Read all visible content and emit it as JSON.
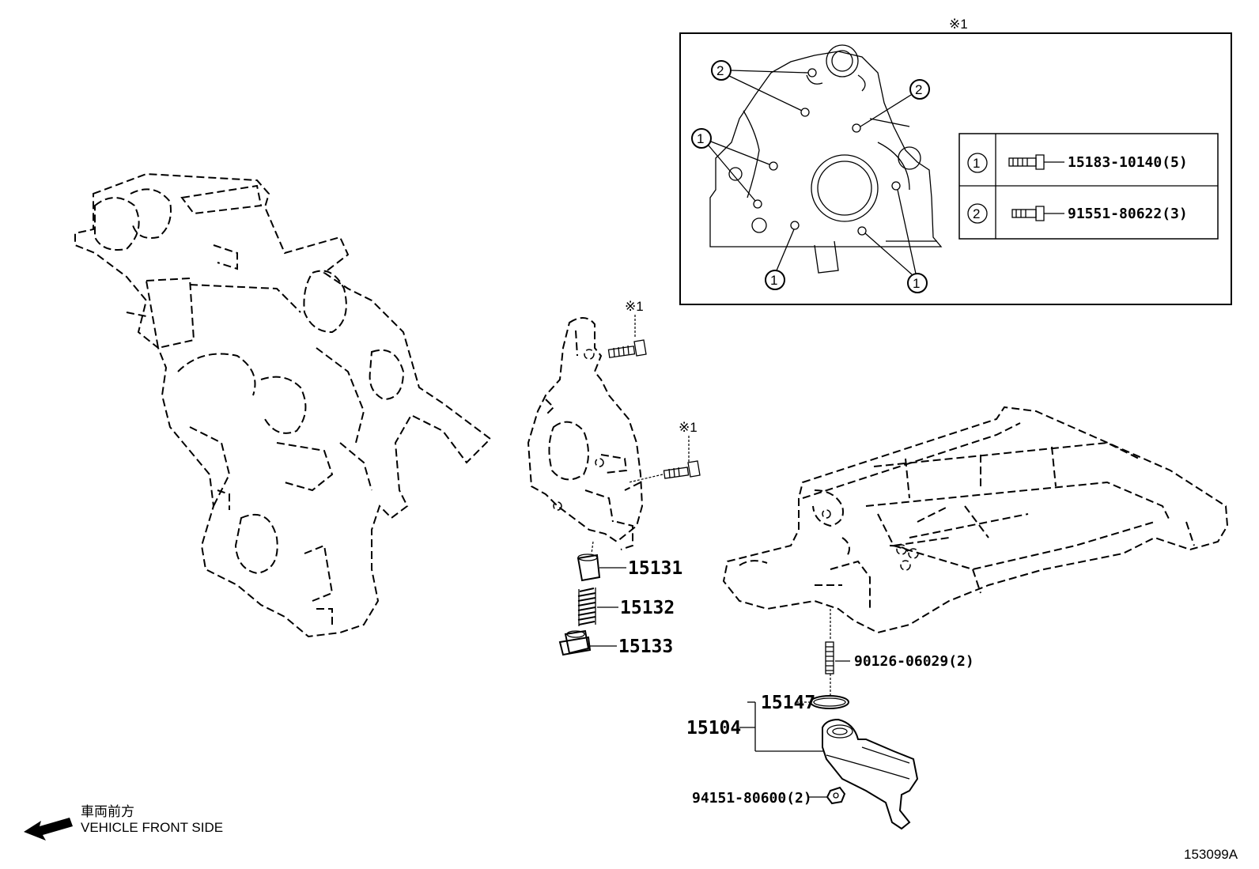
{
  "inset": {
    "mark": "※1",
    "callouts": {
      "one": "1",
      "two": "2"
    },
    "legend": [
      {
        "num": "1",
        "part": "15183-10140(5)"
      },
      {
        "num": "2",
        "part": "91551-80622(3)"
      }
    ]
  },
  "marks": {
    "bolt_upper": "※1",
    "bolt_lower": "※1"
  },
  "parts": {
    "p15131": "15131",
    "p15132": "15132",
    "p15133": "15133",
    "p90126": "90126-06029(2)",
    "p15147": "15147",
    "p15104": "15104",
    "p94151": "94151-80600(2)"
  },
  "direction": {
    "jp": "車両前方",
    "en": "VEHICLE FRONT SIDE"
  },
  "figure_id": "153099A"
}
